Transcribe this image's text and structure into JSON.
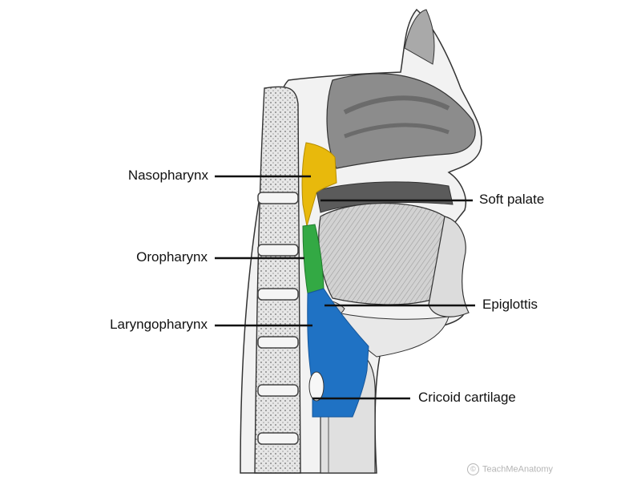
{
  "labels": {
    "nasopharynx": "Nasopharynx",
    "oropharynx": "Oropharynx",
    "laryngopharynx": "Laryngopharynx",
    "soft_palate": "Soft palate",
    "epiglottis": "Epiglottis",
    "cricoid_cartilage": "Cricoid cartilage"
  },
  "colors": {
    "nasopharynx": "#e8b90c",
    "oropharynx": "#33a944",
    "laryngopharynx": "#1f72c4",
    "leader": "#111111"
  },
  "watermark": "TeachMeAnatomy"
}
